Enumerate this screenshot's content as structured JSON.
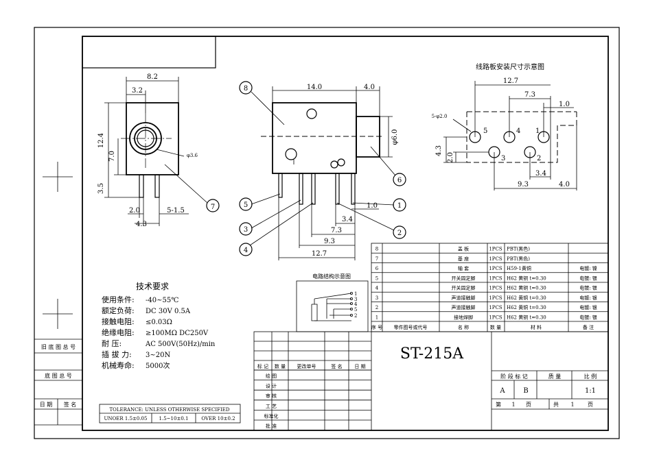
{
  "pcb_layout_title": "线路板安装尺寸示意图",
  "circuit_title": "电路结构示意图",
  "front_view": {
    "dims": {
      "width": "8.2",
      "offset": "3.2",
      "height": "12.4",
      "hole_center": "7.0",
      "pin_length": "3.5",
      "pin_pitch": "2.0",
      "pin_width": "5-1.5",
      "base_width": "4.3",
      "hole_dia": "φ3.6"
    },
    "callout": "7"
  },
  "side_view": {
    "dims": {
      "body": "14.0",
      "barrel": "4.0",
      "barrel_dia": "φ6.0",
      "d1": "1.0",
      "d2": "3.4",
      "d3": "7.3",
      "d4": "9.3",
      "d5": "12.7"
    },
    "callouts": [
      "8",
      "6",
      "5",
      "1",
      "3",
      "2",
      "4"
    ]
  },
  "pcb_layout": {
    "dims": {
      "total": "12.7",
      "inner": "7.3",
      "edge": "1.0",
      "holes": "5-φ2.0",
      "height": "4.3",
      "row": "2.0",
      "pitch": "3.4",
      "bottom": "9.3",
      "right": "4.0"
    },
    "hole_labels": [
      "5",
      "4",
      "1",
      "3",
      "2"
    ]
  },
  "circuit": {
    "pins": [
      "1",
      "3",
      "4",
      "5",
      "2"
    ]
  },
  "tech_requirements": {
    "title": "技术要求",
    "lines": [
      {
        "label": "使用条件:",
        "value": "-40~55℃"
      },
      {
        "label": "额定负荷:",
        "value": "DC 30V 0.5A"
      },
      {
        "label": "接触电阻:",
        "value": "≤0.03Ω"
      },
      {
        "label": "绝缘电阻:",
        "value": "≥100MΩ  DC250V"
      },
      {
        "label": "耐    压:",
        "value": "AC 500V(50Hz)/min"
      },
      {
        "label": "插 拔 力:",
        "value": "3~20N"
      },
      {
        "label": "机械寿命:",
        "value": "5000次"
      }
    ]
  },
  "tolerance": {
    "header": "TOLERANCE: UNLESS OTHERWISE SPECIFIED",
    "cells": [
      "UNOER 1.5±0.05",
      "1.5~10±0.1",
      "OVER 10±0.2"
    ]
  },
  "left_strip": {
    "old": "旧 底 图 总 号",
    "base": "底 图 总 号",
    "date": "日 期",
    "sign": "签 名"
  },
  "bom": {
    "rows": [
      {
        "no": "8",
        "name": "盖    板",
        "qty": "1PCS",
        "mat": "PBT(黑色)",
        "note": ""
      },
      {
        "no": "7",
        "name": "基    座",
        "qty": "1PCS",
        "mat": "PBT(黑色)",
        "note": ""
      },
      {
        "no": "6",
        "name": "轴    套",
        "qty": "1PCS",
        "mat": "H59-1黄铜",
        "note": "电镀: 镍"
      },
      {
        "no": "5",
        "name": "开关固定脚",
        "qty": "1PCS",
        "mat": "H62 黄铜 t=0.30",
        "note": "电镀: 银"
      },
      {
        "no": "4",
        "name": "开关固定脚",
        "qty": "1PCS",
        "mat": "H62 黄铜 t=0.30",
        "note": "电镀: 银"
      },
      {
        "no": "3",
        "name": "声道接触脚",
        "qty": "1PCS",
        "mat": "H62 黄铜 t=0.30",
        "note": "电镀: 银"
      },
      {
        "no": "2",
        "name": "声道接触脚",
        "qty": "1PCS",
        "mat": "H62 黄铜 t=0.30",
        "note": "电镀: 银"
      },
      {
        "no": "1",
        "name": "接地焊脚",
        "qty": "1PCS",
        "mat": "H62 黄铜 t=0.30",
        "note": "电镀: 银"
      }
    ],
    "header": {
      "no": "序 号",
      "code": "零件图号或代号",
      "name": "名    称",
      "qty": "数 量",
      "mat": "材    料",
      "note": "备    注"
    }
  },
  "title_block": {
    "model": "ST-215A",
    "rev_headers": [
      "标 记",
      "数 量",
      "更改单号",
      "签 名",
      "日 期"
    ],
    "roles": [
      "绘    图",
      "设    计",
      "审    核",
      "工    艺",
      "标准化",
      "批    准"
    ],
    "stage_header": "阶 段 标 记",
    "weight_header": "质    量",
    "scale_header": "比 例",
    "stage_a": "A",
    "stage_b": "B",
    "scale": "1:1",
    "sheet_label": "第",
    "sheet_no": "1",
    "sheet_unit": "页",
    "total_label": "共",
    "total_no": "1",
    "total_unit": "页"
  }
}
